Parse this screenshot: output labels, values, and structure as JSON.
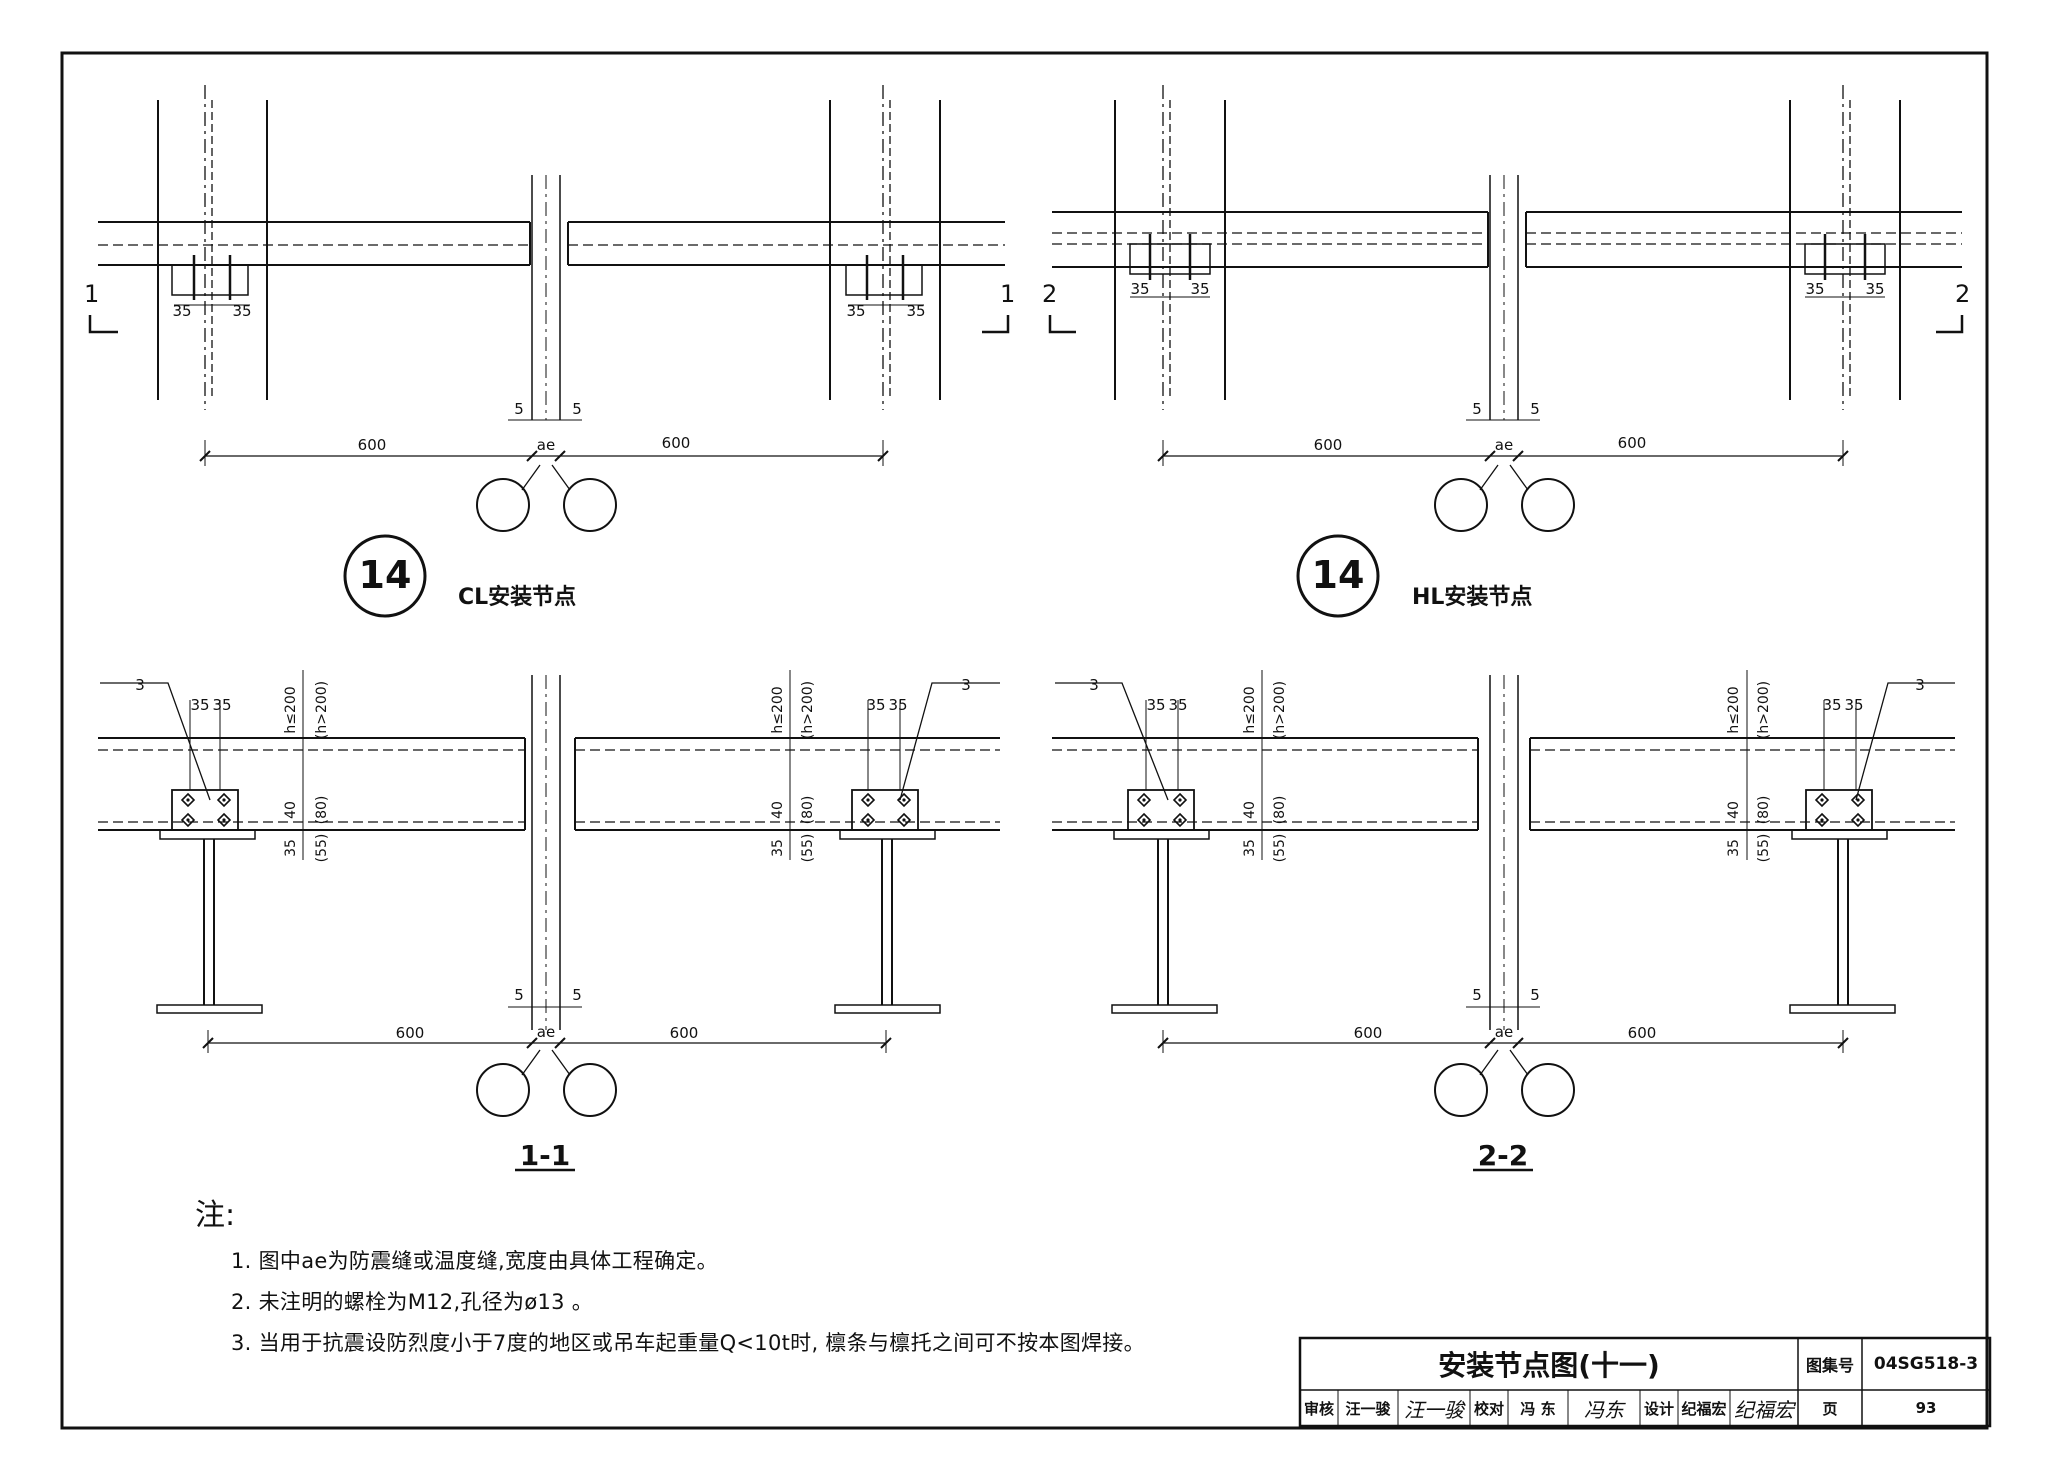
{
  "views": {
    "cl_node": {
      "number": "14",
      "label": "CL安装节点",
      "section_mark": "1"
    },
    "hl_node": {
      "number": "14",
      "label": "HL安装节点",
      "section_mark": "2"
    },
    "section_1": {
      "label": "1-1"
    },
    "section_2": {
      "label": "2-2"
    }
  },
  "dims": {
    "span": "600",
    "gap": "5",
    "joint": "ae",
    "bolt_spacing": "35",
    "h_le": "h≤200",
    "h_gt": "(h>200)",
    "d40": "40",
    "d80": "(80)",
    "d35": "35",
    "d55": "(55)",
    "weld": "3"
  },
  "notes": {
    "title": "注:",
    "items": [
      "1. 图中ae为防震缝或温度缝,宽度由具体工程确定。",
      "2. 未注明的螺栓为M12,孔径为ø13 。",
      "3. 当用于抗震设防烈度小于7度的地区或吊车起重量Q<10t时, 檩条与檩托之间可不按本图焊接。"
    ]
  },
  "title_block": {
    "title": "安装节点图(十一)",
    "atlas_label": "图集号",
    "atlas_no": "04SG518-3",
    "review_label": "审核",
    "reviewer": "汪一骏",
    "reviewer_sig": "汪一骏",
    "check_label": "校对",
    "checker": "冯 东",
    "checker_sig": "冯东",
    "design_label": "设计",
    "designer": "纪福宏",
    "designer_sig": "纪福宏",
    "page_label": "页",
    "page_no": "93"
  }
}
